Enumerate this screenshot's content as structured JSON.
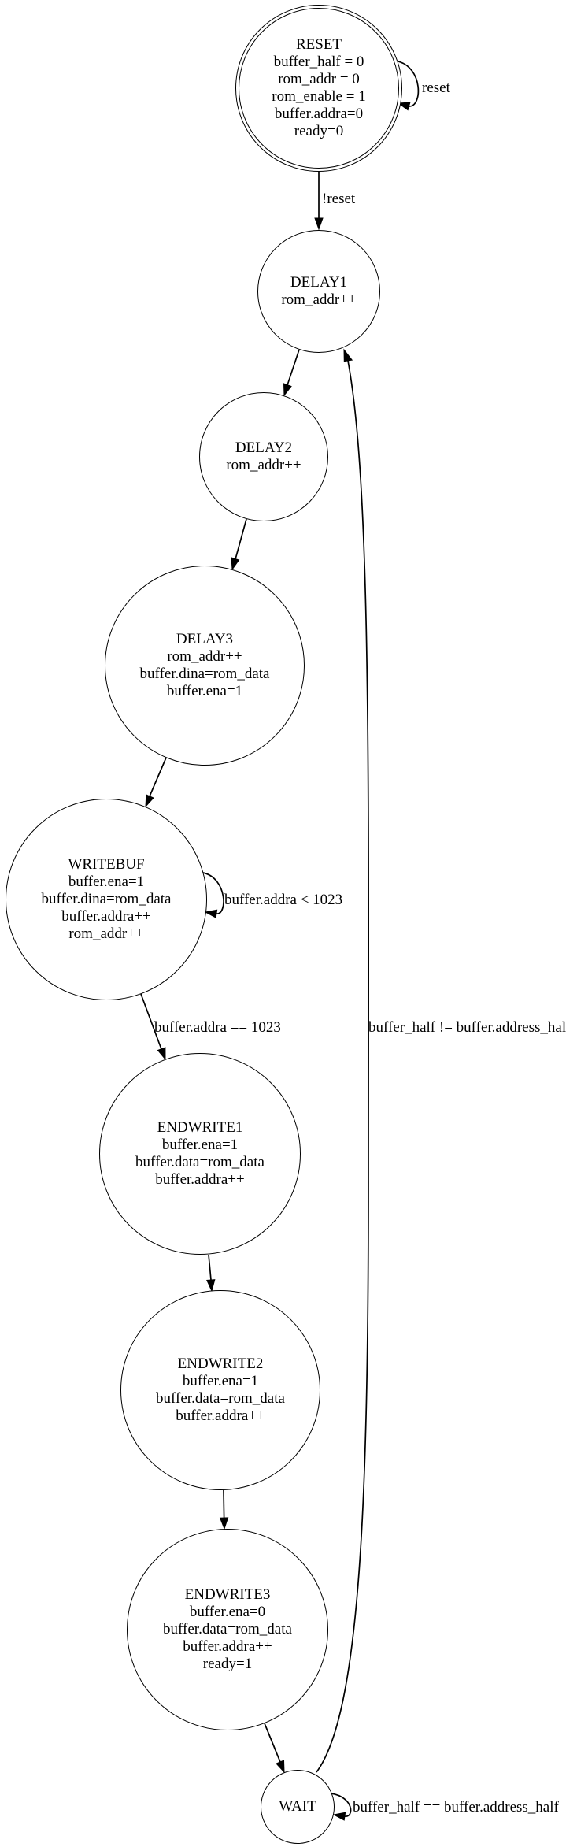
{
  "diagram": {
    "kind": "state-machine",
    "background_color": "#ffffff",
    "stroke_color": "#000000",
    "text_color": "#000000"
  },
  "states": [
    {
      "name": "RESET",
      "shape": "double-circle",
      "actions": [
        "buffer_half = 0",
        "rom_addr = 0",
        "rom_enable = 1",
        "buffer.addra=0",
        "ready=0"
      ]
    },
    {
      "name": "DELAY1",
      "shape": "circle",
      "actions": [
        "rom_addr++"
      ]
    },
    {
      "name": "DELAY2",
      "shape": "circle",
      "actions": [
        "rom_addr++"
      ]
    },
    {
      "name": "DELAY3",
      "shape": "circle",
      "actions": [
        "rom_addr++",
        "buffer.dina=rom_data",
        "buffer.ena=1"
      ]
    },
    {
      "name": "WRITEBUF",
      "shape": "circle",
      "actions": [
        "buffer.ena=1",
        "buffer.dina=rom_data",
        "buffer.addra++",
        "rom_addr++"
      ]
    },
    {
      "name": "ENDWRITE1",
      "shape": "circle",
      "actions": [
        "buffer.ena=1",
        "buffer.data=rom_data",
        "buffer.addra++"
      ]
    },
    {
      "name": "ENDWRITE2",
      "shape": "circle",
      "actions": [
        "buffer.ena=1",
        "buffer.data=rom_data",
        "buffer.addra++"
      ]
    },
    {
      "name": "ENDWRITE3",
      "shape": "circle",
      "actions": [
        "buffer.ena=0",
        "buffer.data=rom_data",
        "buffer.addra++",
        "ready=1"
      ]
    },
    {
      "name": "WAIT",
      "shape": "circle",
      "actions": []
    }
  ],
  "transitions": [
    {
      "from": "RESET",
      "to": "RESET",
      "label": "reset"
    },
    {
      "from": "RESET",
      "to": "DELAY1",
      "label": "!reset"
    },
    {
      "from": "DELAY1",
      "to": "DELAY2",
      "label": ""
    },
    {
      "from": "DELAY2",
      "to": "DELAY3",
      "label": ""
    },
    {
      "from": "DELAY3",
      "to": "WRITEBUF",
      "label": ""
    },
    {
      "from": "WRITEBUF",
      "to": "WRITEBUF",
      "label": "buffer.addra < 1023"
    },
    {
      "from": "WRITEBUF",
      "to": "ENDWRITE1",
      "label": "buffer.addra == 1023"
    },
    {
      "from": "ENDWRITE1",
      "to": "ENDWRITE2",
      "label": ""
    },
    {
      "from": "ENDWRITE2",
      "to": "ENDWRITE3",
      "label": ""
    },
    {
      "from": "ENDWRITE3",
      "to": "WAIT",
      "label": ""
    },
    {
      "from": "WAIT",
      "to": "WAIT",
      "label": "buffer_half == buffer.address_half"
    },
    {
      "from": "WAIT",
      "to": "DELAY1",
      "label": "buffer_half != buffer.address_half"
    }
  ]
}
